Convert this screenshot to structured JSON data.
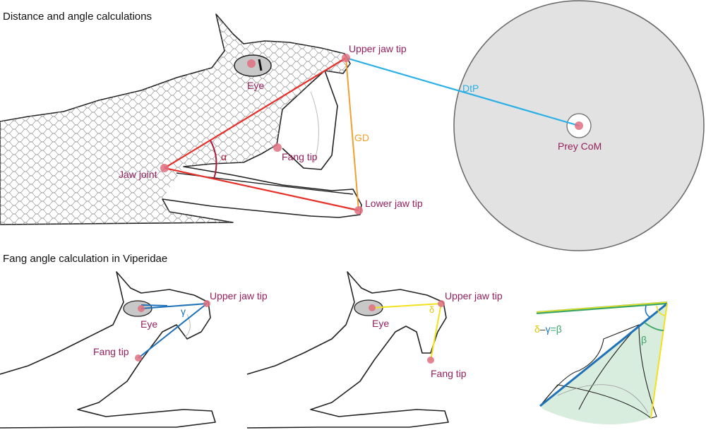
{
  "top": {
    "title": "Distance and angle calculations",
    "labels": {
      "upper_jaw_tip": "Upper jaw tip",
      "eye": "Eye",
      "fang_tip": "Fang tip",
      "jaw_joint": "Jaw joint",
      "lower_jaw_tip": "Lower jaw tip",
      "gape_distance": "GD",
      "distance_to_prey": "DtP",
      "prey_com": "Prey CoM",
      "alpha": "α"
    }
  },
  "bottom": {
    "title": "Fang angle calculation in Viperidae",
    "panel1": {
      "upper_jaw_tip": "Upper jaw tip",
      "eye": "Eye",
      "fang_tip": "Fang tip",
      "gamma": "γ"
    },
    "panel2": {
      "upper_jaw_tip": "Upper jaw tip",
      "eye": "Eye",
      "fang_tip": "Fang tip",
      "delta": "δ"
    },
    "panel3": {
      "eq_delta": "δ",
      "eq_minus": "–",
      "eq_gamma": "γ",
      "eq_equals": "=",
      "eq_beta": "β",
      "beta": "β"
    }
  },
  "colors": {
    "label": "#94205e",
    "red": "#e8302a",
    "orange": "#f0a030",
    "cyan": "#2ab0e4",
    "blue": "#1f72b8",
    "yellow": "#f2e21c",
    "green": "#3aa66a",
    "prey": "#e2e2e2"
  }
}
